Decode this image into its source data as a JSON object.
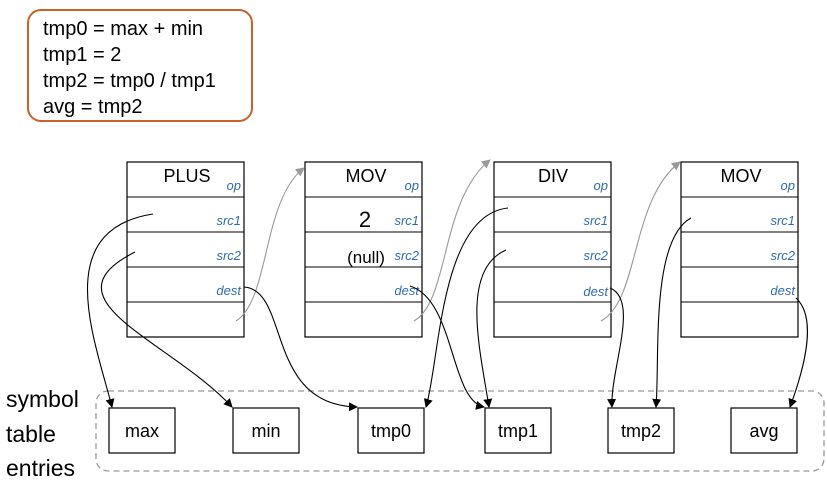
{
  "code": {
    "lines": [
      "tmp0 = max + min",
      "tmp1 = 2",
      "tmp2 = tmp0 / tmp1",
      "avg = tmp2"
    ]
  },
  "side_label": [
    "symbol",
    "table",
    "entries"
  ],
  "field_labels": {
    "op": "op",
    "src1": "src1",
    "src2": "src2",
    "dest": "dest"
  },
  "instructions": [
    {
      "op": "PLUS",
      "src1_value": "",
      "src2_value": ""
    },
    {
      "op": "MOV",
      "src1_value": "2",
      "src2_value": "(null)"
    },
    {
      "op": "DIV",
      "src1_value": "",
      "src2_value": ""
    },
    {
      "op": "MOV",
      "src1_value": "",
      "src2_value": ""
    }
  ],
  "symbols": [
    "max",
    "min",
    "tmp0",
    "tmp1",
    "tmp2",
    "avg"
  ],
  "colors": {
    "code_border": "#c8612a",
    "field_label": "#2e6bb0",
    "pointer": "#000000",
    "next_link": "#999999",
    "symtab_border": "#999999"
  }
}
